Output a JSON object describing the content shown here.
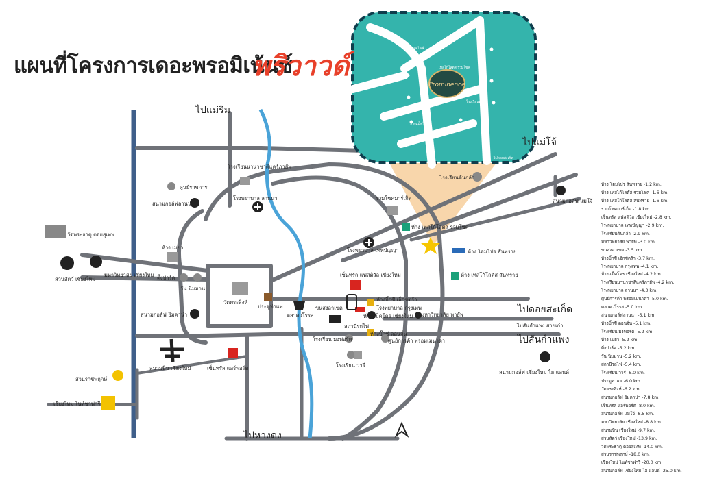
{
  "title": "แผนที่โครงการเดอะพรอมิเน้นซ์",
  "brand": "พริวาวด์",
  "inset_logo": "Prominence",
  "directions": {
    "north": "ไปแม่ริม",
    "south": "ไปหางดง",
    "east_upper": "ไปแม่โจ้",
    "east_mid": "ไปดอยสะเก็ด",
    "east_lower": "ไปสันกำแพง"
  },
  "places": {
    "school_chiang_mai_dara": "โรงเรียนนานาชาติแคร์ภายัพ",
    "government_center": "ศูนย์ราชการ",
    "golf_lanna": "สนามกอล์ฟลานนา",
    "hospital_lanna": "โรงพยาบาล ลานนา",
    "doi_suthep": "วัดพระธาตุ ดอยสุเทพ",
    "maya": "ห้าง เมย่า",
    "cmu": "มหาวิทยาลัย เชียงใหม่",
    "zoo": "สวนสัตว์ เชียงใหม่",
    "nimman": "วัน นิมมาน",
    "think_park": "ติ้งปาร์ค",
    "wat_phra_sing": "วัดพระสิงห์",
    "tha_phae": "ประตูท่าแพ",
    "warorot": "ตลาดวโรรส",
    "golf_gymkhana": "สนามกอล์ฟ ยิมคาน่า",
    "airport": "สนามบิน เชียงใหม่",
    "central_airport": "เซ็นทรัล แอร์พอร์ต",
    "ratchaphruek": "สวนราชพฤกษ์",
    "night_safari": "เชียงใหม่ ไนท์ซาฟารี",
    "ruamchok_market": "รวมโชคมาร์เก็ต",
    "tesco_ruamchok": "ห้าง เทสโก้โลตัส รวมโชค",
    "makro_ruamchok": "ห้าง โฮมโปร สันทราย",
    "tesco_sansai": "ห้าง เทสโก้โลตัส สันทราย",
    "hospital_thepanya": "โรงพยาบาล เทพปัญญา",
    "central_festival": "เซ็นทรัล แฟสติวัล เชียงใหม่",
    "bigc_1": "ห้างบิ๊กซี เอ็กซ์ตร้า",
    "makro": "โรงพยาบาล กรุงเทพ",
    "hospital_bangkok": "ห้างแม็คโคร เชียงใหม่",
    "bus": "ขนส่งอาเขต",
    "payap": "มหาวิทยาลัย พายัพ",
    "train": "สถานีรถไฟ",
    "montfort": "โรงเรียน มงฟอร์ต",
    "bigc_2": "ห้างบิ๊กซี ดอนจั่น",
    "promenada": "ศูนย์การค้า พรอมเมนาดา",
    "varee": "โรงเรียน วารี",
    "to_sankamphaeng_sub": "ไปสันกำแพง สายเก่า",
    "golf_highlands": "สนามกอล์ฟ เชียงใหม่ ไฮ แลนด์",
    "golf_maejo": "สนามกอล์ฟ แม่โจ้",
    "school_tonkla": "โรงเรียนต้นกล้า"
  },
  "inset_labels": {
    "tesco": "เทสโก้โลตัส รวมโชค",
    "road1": "บ้านเลิศไลฟ์",
    "road2": "โรงเรียนต้นกล้า",
    "road3": "ไปดอยสะเก็ด",
    "road4": "บริษัทฮอนด้า",
    "road5": "ห้างแม็คโคร"
  },
  "distances": [
    "ห้าง โฮมโปร สันทราย -1.2 km.",
    "ห้าง เทสโก้โลตัส รวมโชค -1.6 km.",
    "ห้าง เทสโก้โลตัส สันทราย -1.6 km.",
    "รวมโชคมาร์เก็ต -1.8 km.",
    "เซ็นทรัล แฟสติวัล เชียงใหม่ -2.8 km.",
    "โรงพยาบาล เทพปัญญา -2.9 km.",
    "โรงเรียนต้นกล้า -2.9 km.",
    "มหาวิทยาลัย พายัพ -3.0 km.",
    "ขนส่งอาเขต -3.5 km.",
    "ห้างบิ๊กซี เอ็กซ์ตร้า -3.7 km.",
    "โรงพยาบาล กรุงเทพ -4.1 km.",
    "ห้างแม็คโคร เชียงใหม่ -4.2 km.",
    "โรงเรียนนานาชาติแคร์ภายัพ -4.2 km.",
    "โรงพยาบาล ลานนา -4.3 km.",
    "ศูนย์การค้า พรอมเมนาดา -5.0 km.",
    "ตลาดวโรรส -5.0 km.",
    "สนามกอล์ฟลานนา -5.1 km.",
    "ห้างบิ๊กซี ดอนจั่น -5.1 km.",
    "โรงเรียน มงฟอร์ต -5.2 km.",
    "ห้าง เมย่า -5.2 km.",
    "ติ้งปาร์ค -5.2 km.",
    "วัน นิมมาน -5.2 km.",
    "สถานีรถไฟ -5.4 km.",
    "โรงเรียน วารี -6.0 km.",
    "ประตูท่าแพ -6.0 km.",
    "วัดพระสิงห์ -6.2 km.",
    "สนามกอล์ฟ ยิมคาน่า -7.8 km.",
    "เซ็นทรัล แอร์พอร์ต -8.0 km.",
    "สนามกอล์ฟ แม่โจ้ -8.5 km.",
    "มหาวิทยาลัย เชียงใหม่ -8.8 km.",
    "สนามบิน เชียงใหม่ -9.7 km.",
    "สวนสัตว์ เชียงใหม่ -13.9 km.",
    "วัดพระธาตุ ดอยสุเทพ -14.0 km.",
    "สวนราชพฤกษ์ -18.0 km.",
    "เชียงใหม่ ไนท์ซาฟารี -20.0 km.",
    "สนามกอล์ฟ เชียงใหม่ ไฮ แลนด์ -25.0  km."
  ],
  "colors": {
    "road": "#6f7278",
    "river": "#4aa3d8",
    "canal": "#3f5f8a",
    "inset_bg": "#34b4ac",
    "inset_border": "#0f3d4c",
    "funnel": "#f7cf9c",
    "brand": "#e8402a",
    "star": "#f6c600"
  }
}
